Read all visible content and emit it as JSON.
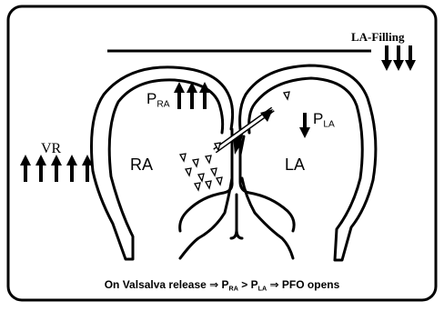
{
  "labels": {
    "la_filling": "LA-Filling",
    "vr": "VR",
    "ra": "RA",
    "la": "LA",
    "p_ra": {
      "main": "P",
      "sub": "RA"
    },
    "p_la": {
      "main": "P",
      "sub": "LA"
    }
  },
  "caption": {
    "part1": "On Valsalva release ⇒ P",
    "sub1": "RA",
    "part2": " > P",
    "sub2": "LA",
    "part3": " ⇒ PFO opens"
  },
  "arrows": {
    "la_filling": {
      "direction": "down",
      "count": 3
    },
    "p_ra": {
      "direction": "up",
      "count": 3
    },
    "p_la": {
      "direction": "down",
      "count": 1
    },
    "vr": {
      "direction": "up",
      "count": 5
    }
  }
}
